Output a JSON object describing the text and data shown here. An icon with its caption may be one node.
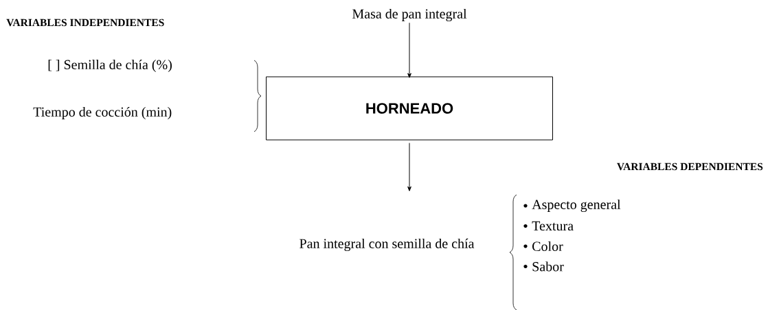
{
  "diagram": {
    "nodes": [
      {
        "text": [
          "Masa de pan integral"
        ]
      },
      {
        "text": [
          "HORNEADO"
        ]
      },
      {
        "text": [
          "Pan integral con semilla de chía"
        ]
      }
    ],
    "edges": [
      {
        "from": 0,
        "to": 1,
        "arrow": "to"
      },
      {
        "from": 1,
        "to": 2,
        "arrow": "to"
      }
    ],
    "labels": [
      "VARIABLES INDEPENDIENTES",
      "[ ] Semilla de chía (%)",
      "Tiempo de cocción (min)",
      "VARIABLES DEPENDIENTES",
      "Aspecto general",
      "Textura",
      "Color",
      "Sabor"
    ]
  }
}
